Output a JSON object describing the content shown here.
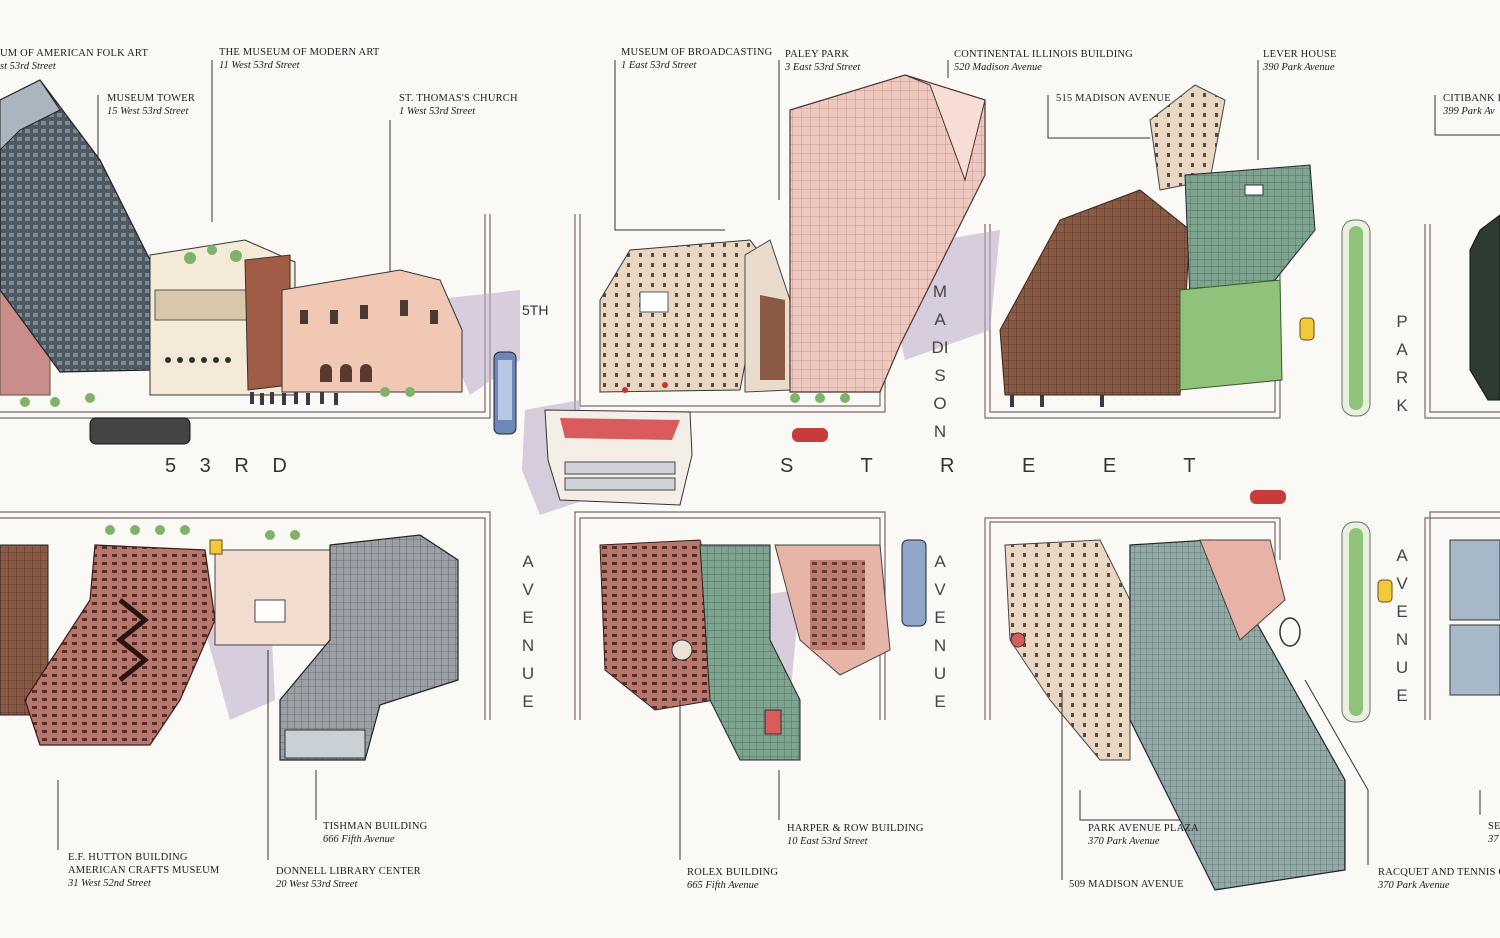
{
  "labels": {
    "folk_art": {
      "name": "um of American Folk Art",
      "address": "st 53rd Street"
    },
    "moma": {
      "name": "The Museum of Modern Art",
      "address": "11 West 53rd Street"
    },
    "museum_tower": {
      "name": "Museum Tower",
      "address": "15 West 53rd Street"
    },
    "st_thomas": {
      "name": "St. Thomas's Church",
      "address": "1 West 53rd Street"
    },
    "broadcasting": {
      "name": "Museum of Broadcasting",
      "address": "1 East 53rd Street"
    },
    "paley_park": {
      "name": "Paley Park",
      "address": "3 East 53rd Street"
    },
    "continental": {
      "name": "Continental Illinois Building",
      "address": "520 Madison Avenue"
    },
    "madison_515": {
      "name": "515 Madison Avenue",
      "address": ""
    },
    "lever_house": {
      "name": "Lever House",
      "address": "390 Park Avenue"
    },
    "citibank": {
      "name": "Citibank B",
      "address": "399 Park Av"
    },
    "ef_hutton": {
      "name": "E.F. Hutton Building",
      "address": "31 West 52nd Street"
    },
    "crafts_museum": {
      "name": "American Crafts Museum",
      "address": ""
    },
    "donnell": {
      "name": "Donnell Library Center",
      "address": "20 West 53rd Street"
    },
    "tishman": {
      "name": "Tishman Building",
      "address": "666 Fifth Avenue"
    },
    "rolex": {
      "name": "Rolex Building",
      "address": "665 Fifth Avenue"
    },
    "harper_row": {
      "name": "Harper & Row Building",
      "address": "10 East 53rd Street"
    },
    "park_ave_plaza": {
      "name": "Park Avenue Plaza",
      "address": "370 Park Avenue"
    },
    "madison_509": {
      "name": "509 Madison Avenue",
      "address": ""
    },
    "racquet": {
      "name": "Racquet and Tennis Cl",
      "address": "370 Park Avenue"
    },
    "seagram_partial": {
      "name": "Se",
      "address": "37"
    }
  },
  "streets": {
    "s53": "5 3 R D",
    "street": "S T R E E T",
    "fifth": "5TH",
    "avenue_fifth": "AVENUE",
    "madison": "MADISON",
    "avenue_madison": "AVENUE",
    "park": "PARK",
    "avenue_park": "AVENUE"
  },
  "colors": {
    "paper": "#fbf9f5",
    "brick": "#b8776c",
    "pink": "#e7c3bb",
    "green_glass": "#7fa48f",
    "blue_glass": "#8fa3b5",
    "dark_glass": "#4b5560",
    "tree": "#7fb36a",
    "taxi": "#f2c93a",
    "shadow": "#b9a9c6"
  }
}
